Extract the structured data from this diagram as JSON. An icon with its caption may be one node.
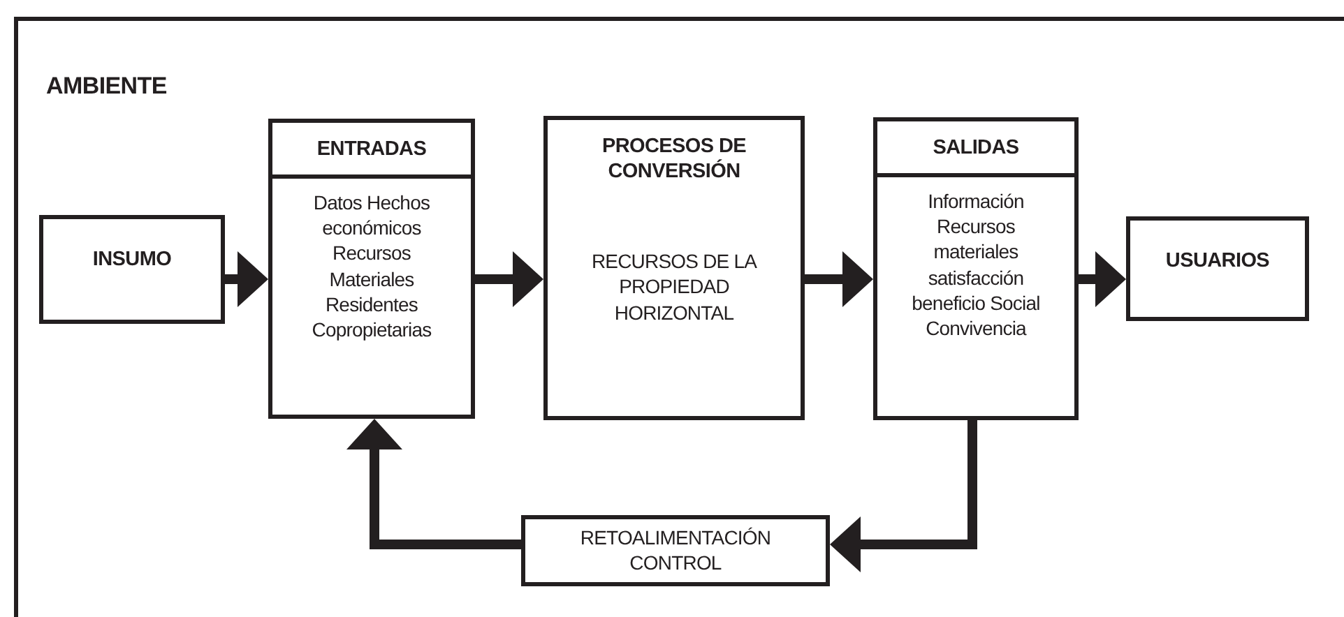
{
  "diagram": {
    "nodes": [
      {
        "text": [
          "AMBIENTE"
        ]
      },
      {
        "text": [
          "INSUMO"
        ],
        "in": 0
      },
      {
        "text": [
          "ENTRADAS",
          "Datos Hechos económicos Recursos Materiales Residentes Copropietarias"
        ],
        "in": 0
      },
      {
        "text": [
          "PROCESOS DE CONVERSIÓN",
          "RECURSOS DE LA PROPIEDAD HORIZONTAL"
        ],
        "in": 0
      },
      {
        "text": [
          "SALIDAS",
          "Información Recursos materiales satisfacción beneficio Social Convivencia"
        ],
        "in": 0
      },
      {
        "text": [
          "USUARIOS"
        ],
        "in": 0
      },
      {
        "text": [
          "RETOALIMENTACIÓN CONTROL"
        ],
        "in": 0
      }
    ],
    "edges": [
      {
        "from": 1,
        "to": 2,
        "arrow": "to"
      },
      {
        "from": 2,
        "to": 3,
        "arrow": "to"
      },
      {
        "from": 3,
        "to": 4,
        "arrow": "to"
      },
      {
        "from": 4,
        "to": 5,
        "arrow": "to"
      },
      {
        "from": 4,
        "to": 6,
        "arrow": "to"
      },
      {
        "from": 6,
        "to": 2,
        "arrow": "to"
      }
    ]
  }
}
